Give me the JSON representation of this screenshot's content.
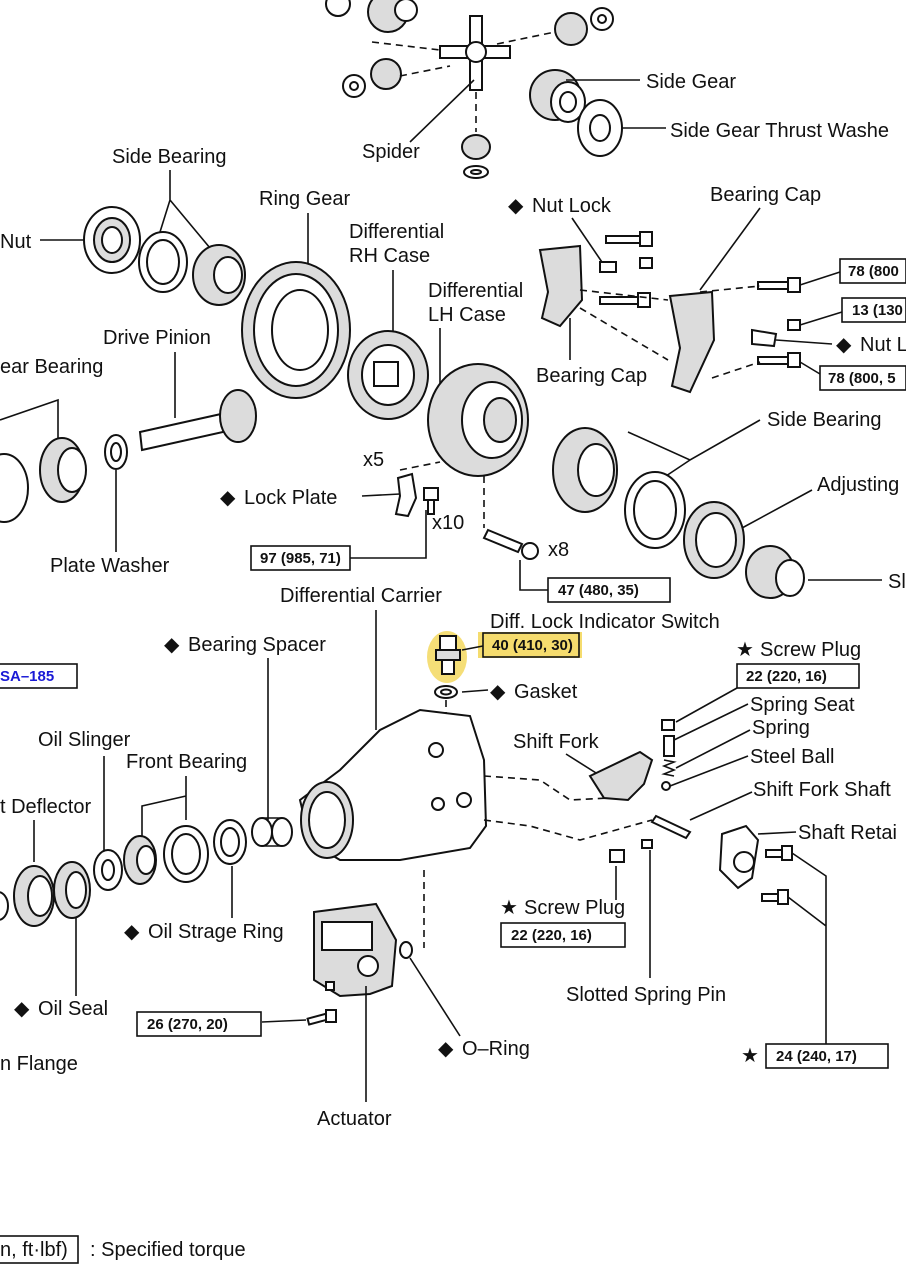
{
  "labels": {
    "side_gear": "Side Gear",
    "side_gear_thrust_washer": "Side Gear Thrust Washe",
    "spider": "Spider",
    "side_bearing_top": "Side Bearing",
    "nut": "Nut",
    "ring_gear": "Ring Gear",
    "diff_rh_case_1": "Differential",
    "diff_rh_case_2": "RH Case",
    "nut_lock_top": "Nut Lock",
    "bearing_cap_top": "Bearing Cap",
    "diff_lh_case_1": "Differential",
    "diff_lh_case_2": "LH Case",
    "drive_pinion": "Drive Pinion",
    "rear_bearing": "ear Bearing",
    "bearing_cap_mid": "Bearing Cap",
    "nut_lock_right": "Nut L",
    "side_bearing_right": "Side Bearing",
    "adjusting": "Adjusting",
    "x5": "x5",
    "lock_plate": "Lock Plate",
    "x10": "x10",
    "x8": "x8",
    "plate_washer": "Plate Washer",
    "sl": "Sl",
    "differential_carrier": "Differential Carrier",
    "diff_lock_switch": "Diff. Lock Indicator Switch",
    "bearing_spacer": "Bearing Spacer",
    "screw_plug_top": "Screw Plug",
    "gasket": "Gasket",
    "spring_seat": "Spring Seat",
    "spring": "Spring",
    "oil_slinger": "Oil Slinger",
    "shift_fork": "Shift Fork",
    "steel_ball": "Steel Ball",
    "front_bearing": "Front Bearing",
    "shift_fork_shaft": "Shift Fork Shaft",
    "deflector": "t Deflector",
    "shaft_retainer": "Shaft Retai",
    "screw_plug_bottom": "Screw Plug",
    "oil_strage_ring": "Oil Strage Ring",
    "oil_seal": "Oil Seal",
    "slotted_spring_pin": "Slotted Spring Pin",
    "o_ring": "O–Ring",
    "flange": "n Flange",
    "actuator": "Actuator"
  },
  "symbols": {
    "diamond": "◆",
    "star": "★"
  },
  "torques": {
    "t78_a": "78 (800",
    "t13": "13 (130",
    "t78_b": "78 (800, 5",
    "t97": "97 (985, 71)",
    "t47": "47 (480, 35)",
    "t40": "40 (410, 30)",
    "t22_a": "22 (220, 16)",
    "t22_b": "22 (220, 16)",
    "t26": "26 (270, 20)",
    "t24": "24 (240, 17)"
  },
  "page_ref": "SA–185",
  "legend": {
    "unit_box": "n, ft·lbf)",
    "text": ": Specified torque"
  },
  "colors": {
    "highlight": "#f2d34a",
    "link_blue": "#1a1ad6",
    "ink": "#111111"
  }
}
